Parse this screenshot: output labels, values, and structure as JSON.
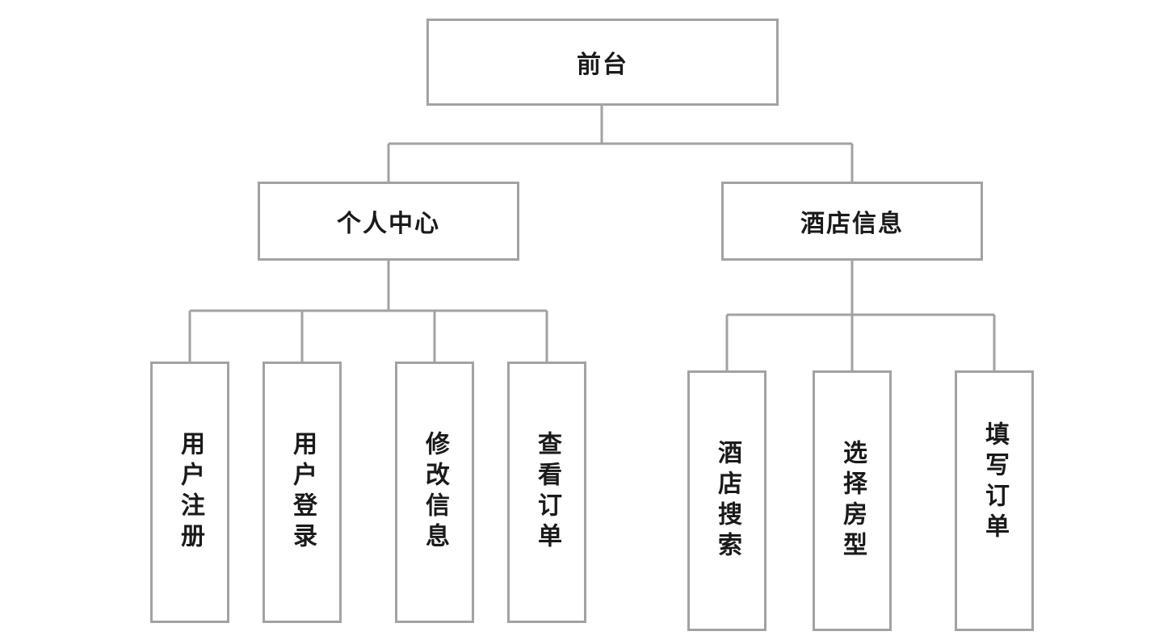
{
  "diagram": {
    "root": {
      "label": "前台"
    },
    "branches": [
      {
        "label": "个人中心",
        "children": [
          "用户注册",
          "用户登录",
          "修改信息",
          "查看订单"
        ]
      },
      {
        "label": "酒店信息",
        "children": [
          "酒店搜索",
          "选择房型",
          "填写订单"
        ]
      }
    ],
    "line_color": "#a2a2a2"
  }
}
